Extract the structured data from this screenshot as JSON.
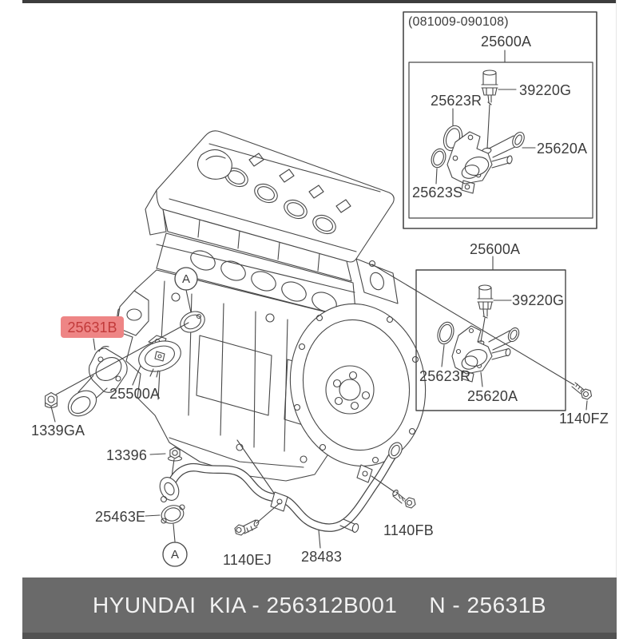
{
  "diagram": {
    "callout_a": "A",
    "main": {
      "water_outlet": "25631B",
      "thermostat": "25500A",
      "nut": "1339GA",
      "stud_nut": "13396",
      "gasket": "25463E",
      "bolt_ej": "1140EJ",
      "pipe": "28483",
      "bolt_fb": "1140FB",
      "bolt_fz": "1140FZ"
    },
    "inset_top": {
      "date_range": "(081009-090108)",
      "title": "25600A",
      "sensor": "39220G",
      "oring_r": "25623R",
      "outlet": "25620A",
      "oring_s": "25623S"
    },
    "inset_mid": {
      "title": "25600A",
      "sensor": "39220G",
      "oring_r": "25623R",
      "outlet": "25620A"
    }
  },
  "footer": {
    "brand_part": "HYUNDAI  KIA - 256312B001",
    "ref": "N - 25631B"
  },
  "colors": {
    "line": "#474747",
    "highlight_bg": "#ee8585",
    "highlight_text": "#c23a3a",
    "footer_bg": "#6a6a6a",
    "top_strip": "#3d3d3d",
    "bottom_strip": "#525252"
  }
}
